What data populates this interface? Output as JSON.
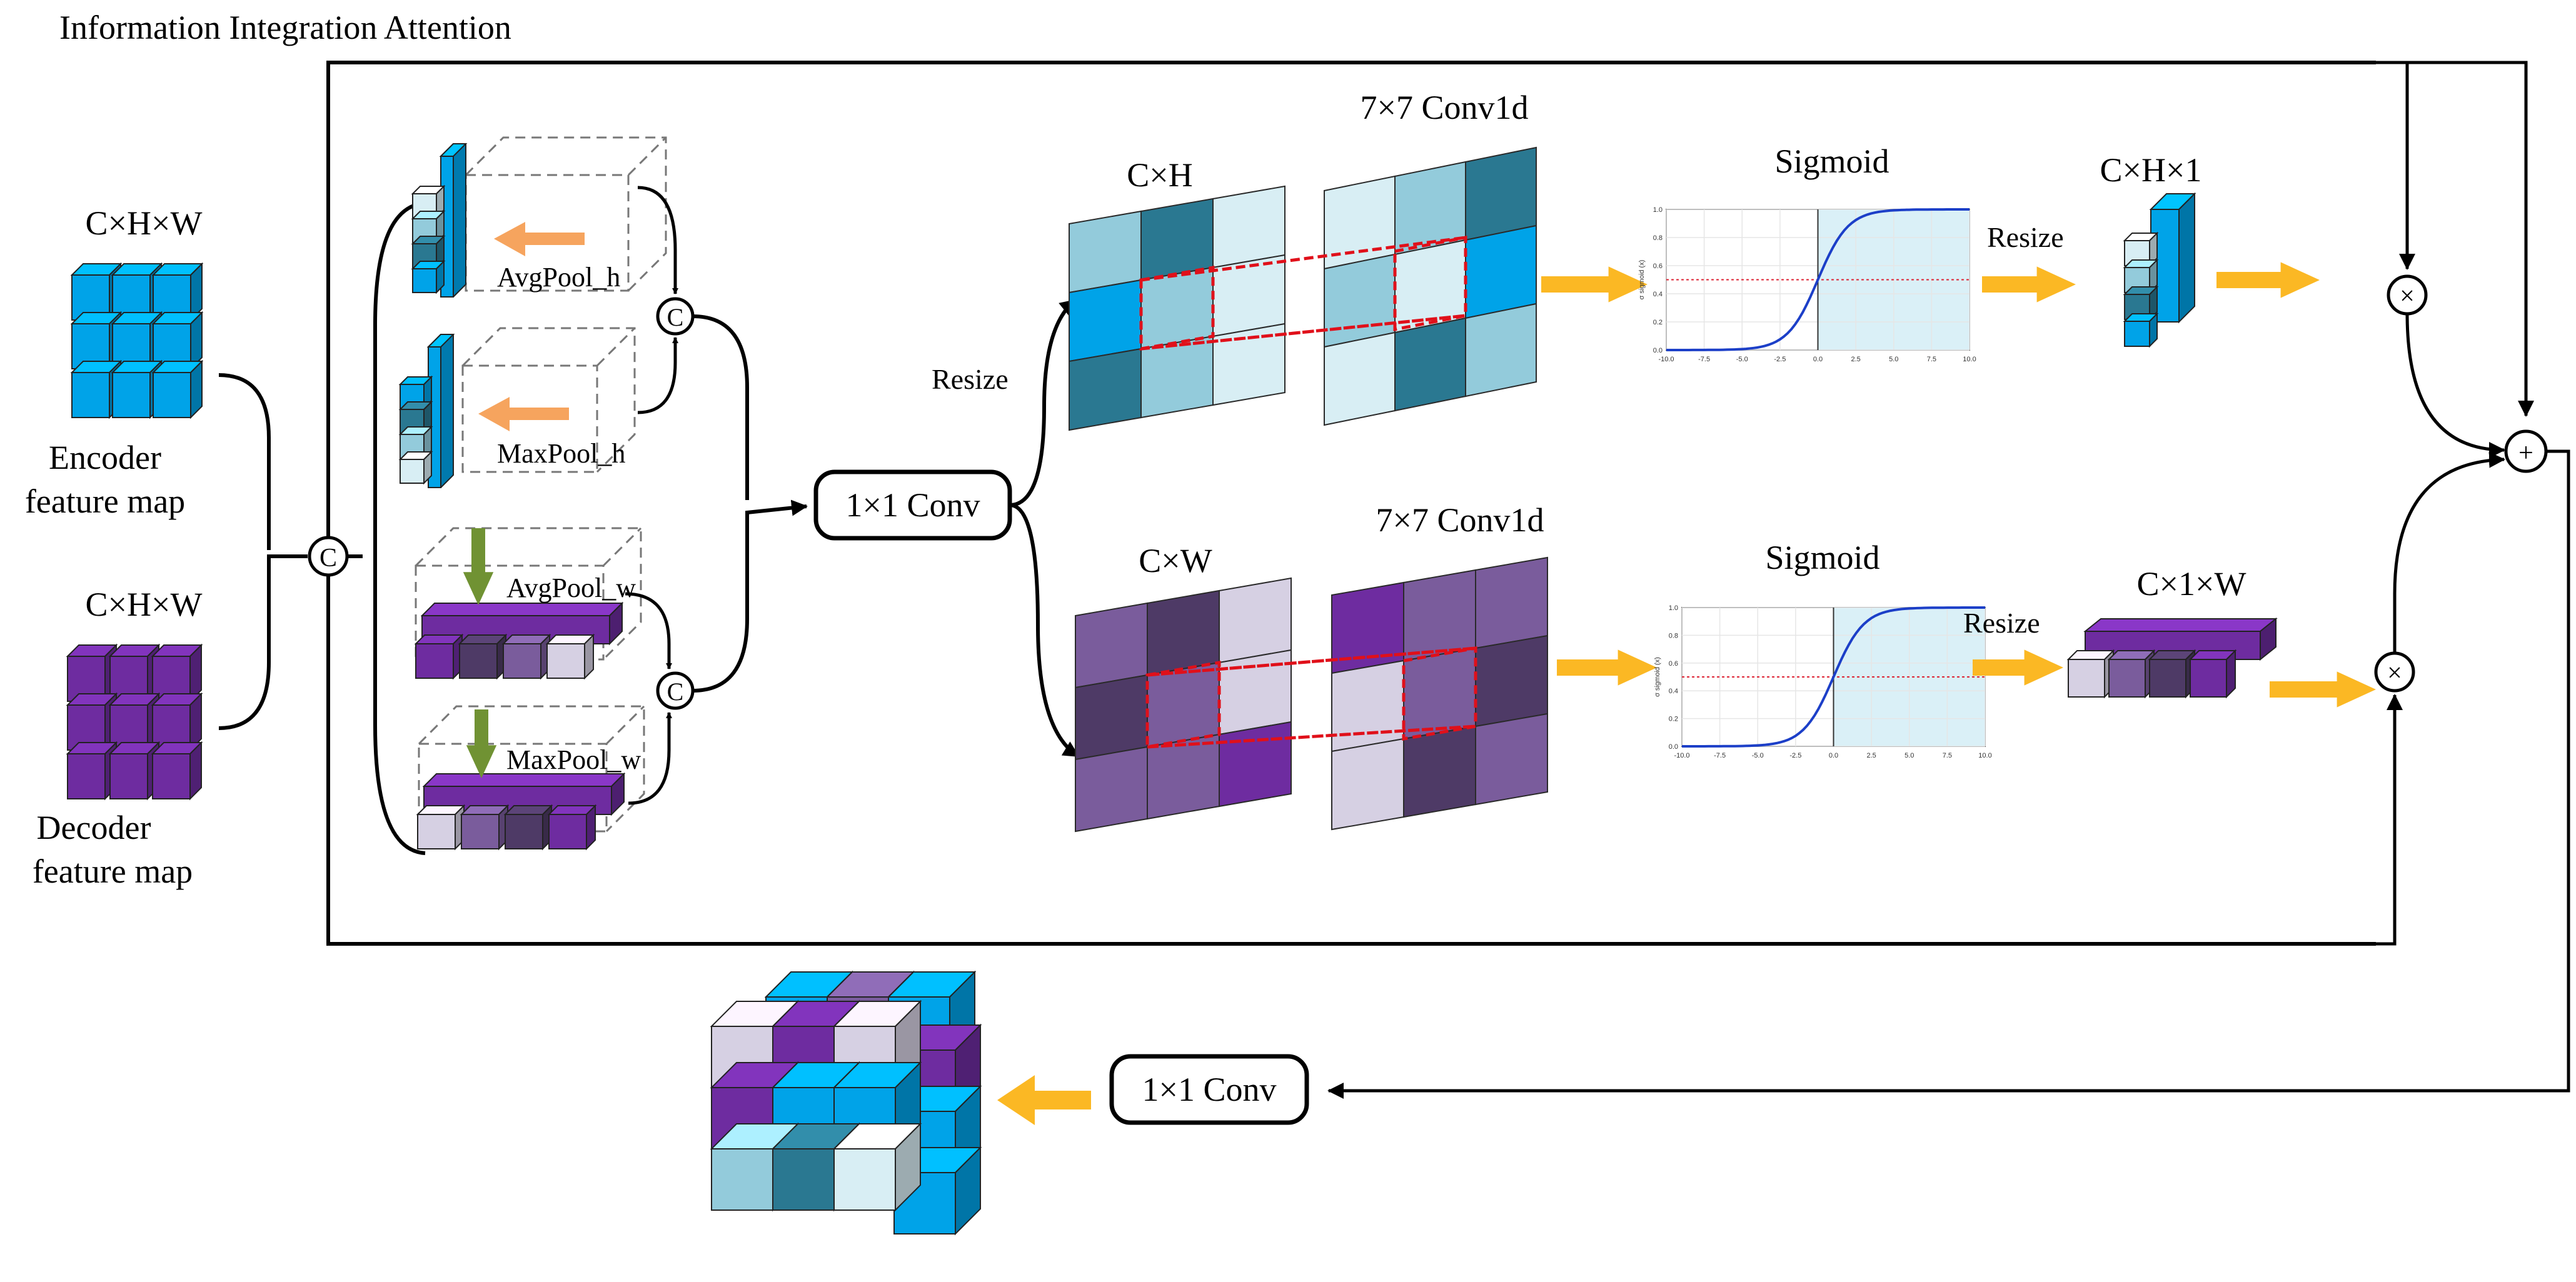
{
  "title": "Information Integration Attention",
  "inputs": {
    "encoder": {
      "shape": "C×H×W",
      "label_line1": "Encoder",
      "label_line2": "feature map"
    },
    "decoder": {
      "shape": "C×H×W",
      "label_line1": "Decoder",
      "label_line2": "feature map"
    }
  },
  "concat_symbol": "C",
  "pooling": {
    "avgpool_h": "AvgPool_h",
    "maxpool_h": "MaxPool_h",
    "avgpool_w": "AvgPool_w",
    "maxpool_w": "MaxPool_w"
  },
  "conv_main": "1×1 Conv",
  "conv_out": "1×1 Conv",
  "resize_label": "Resize",
  "branch_h": {
    "shape": "C×H",
    "conv": "7×7 Conv1d",
    "activation": "Sigmoid",
    "resize": "Resize",
    "out_shape": "C×H×1"
  },
  "branch_w": {
    "shape": "C×W",
    "conv": "7×7 Conv1d",
    "activation": "Sigmoid",
    "resize": "Resize",
    "out_shape": "C×1×W"
  },
  "sigmoid_plot": {
    "ylabel": "σ sigmoid (x)",
    "x_ticks": [
      "-10.0",
      "-7.5",
      "-5.0",
      "-2.5",
      "0.0",
      "2.5",
      "5.0",
      "7.5",
      "10.0"
    ],
    "y_ticks": [
      "0.0",
      "0.2",
      "0.4",
      "0.6",
      "0.8",
      "1.0"
    ]
  },
  "ops": {
    "multiply": "×",
    "add": "+"
  },
  "colors": {
    "blue_dark": "#2A7891",
    "blue_mid": "#93CBDB",
    "blue_light": "#D8EEF4",
    "blue_bright": "#00A3E8",
    "purple_dark": "#4E3A66",
    "purple_mid": "#7A5C9C",
    "purple_light": "#D6D0E3",
    "purple_bright": "#6E2CA0",
    "arrow_orange": "#F6A45E",
    "arrow_green": "#709233",
    "arrow_yellow": "#FBB824",
    "dashed_red": "#E0101A",
    "sigmoid_curve": "#1C3FC8",
    "sigmoid_fill": "#DAF0F7"
  }
}
